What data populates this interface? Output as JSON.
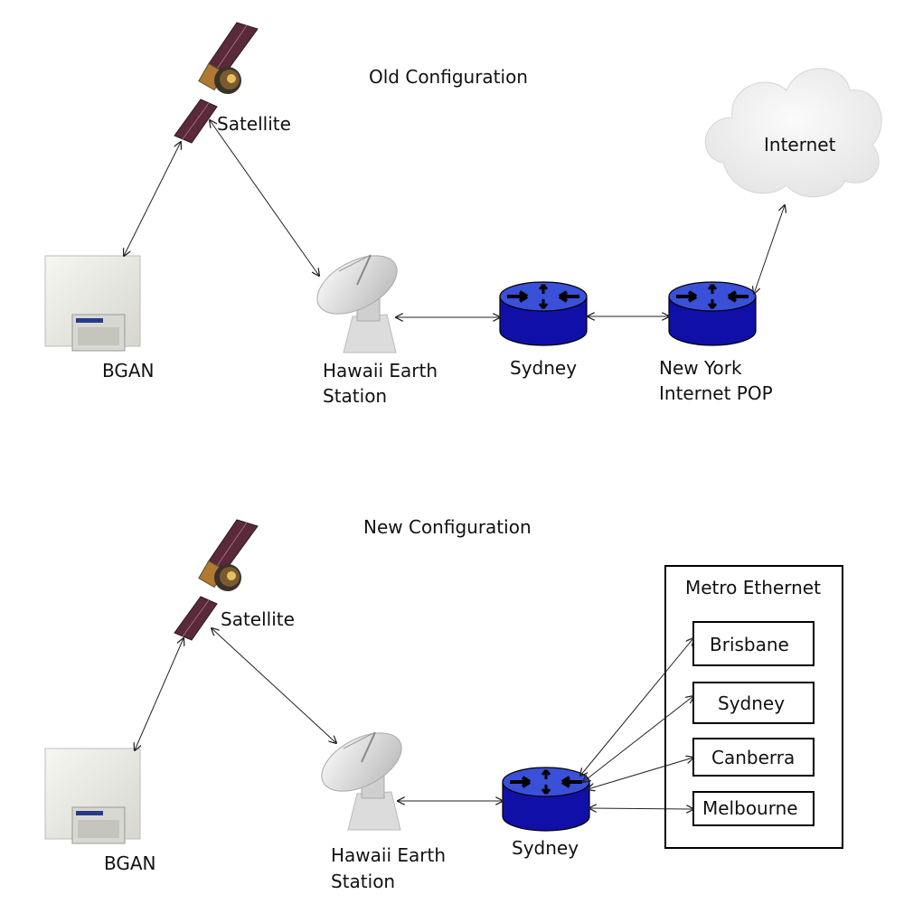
{
  "old": {
    "title": "Old Configuration",
    "satellite": "Satellite",
    "bgan": "BGAN",
    "earth_station": [
      "Hawaii Earth",
      "Station"
    ],
    "router1": "Sydney",
    "router2": [
      "New York",
      "Internet POP"
    ],
    "internet": "Internet"
  },
  "new": {
    "title": "New Configuration",
    "satellite": "Satellite",
    "bgan": "BGAN",
    "earth_station": [
      "Hawaii Earth",
      "Station"
    ],
    "router": "Sydney",
    "metro": {
      "title": "Metro Ethernet",
      "sites": [
        "Brisbane",
        "Sydney",
        "Canberra",
        "Melbourne"
      ]
    }
  },
  "colors": {
    "router": "#1010a8",
    "router_top": "#3a50d8",
    "line": "#222222",
    "cloud": "#eeeeee"
  }
}
